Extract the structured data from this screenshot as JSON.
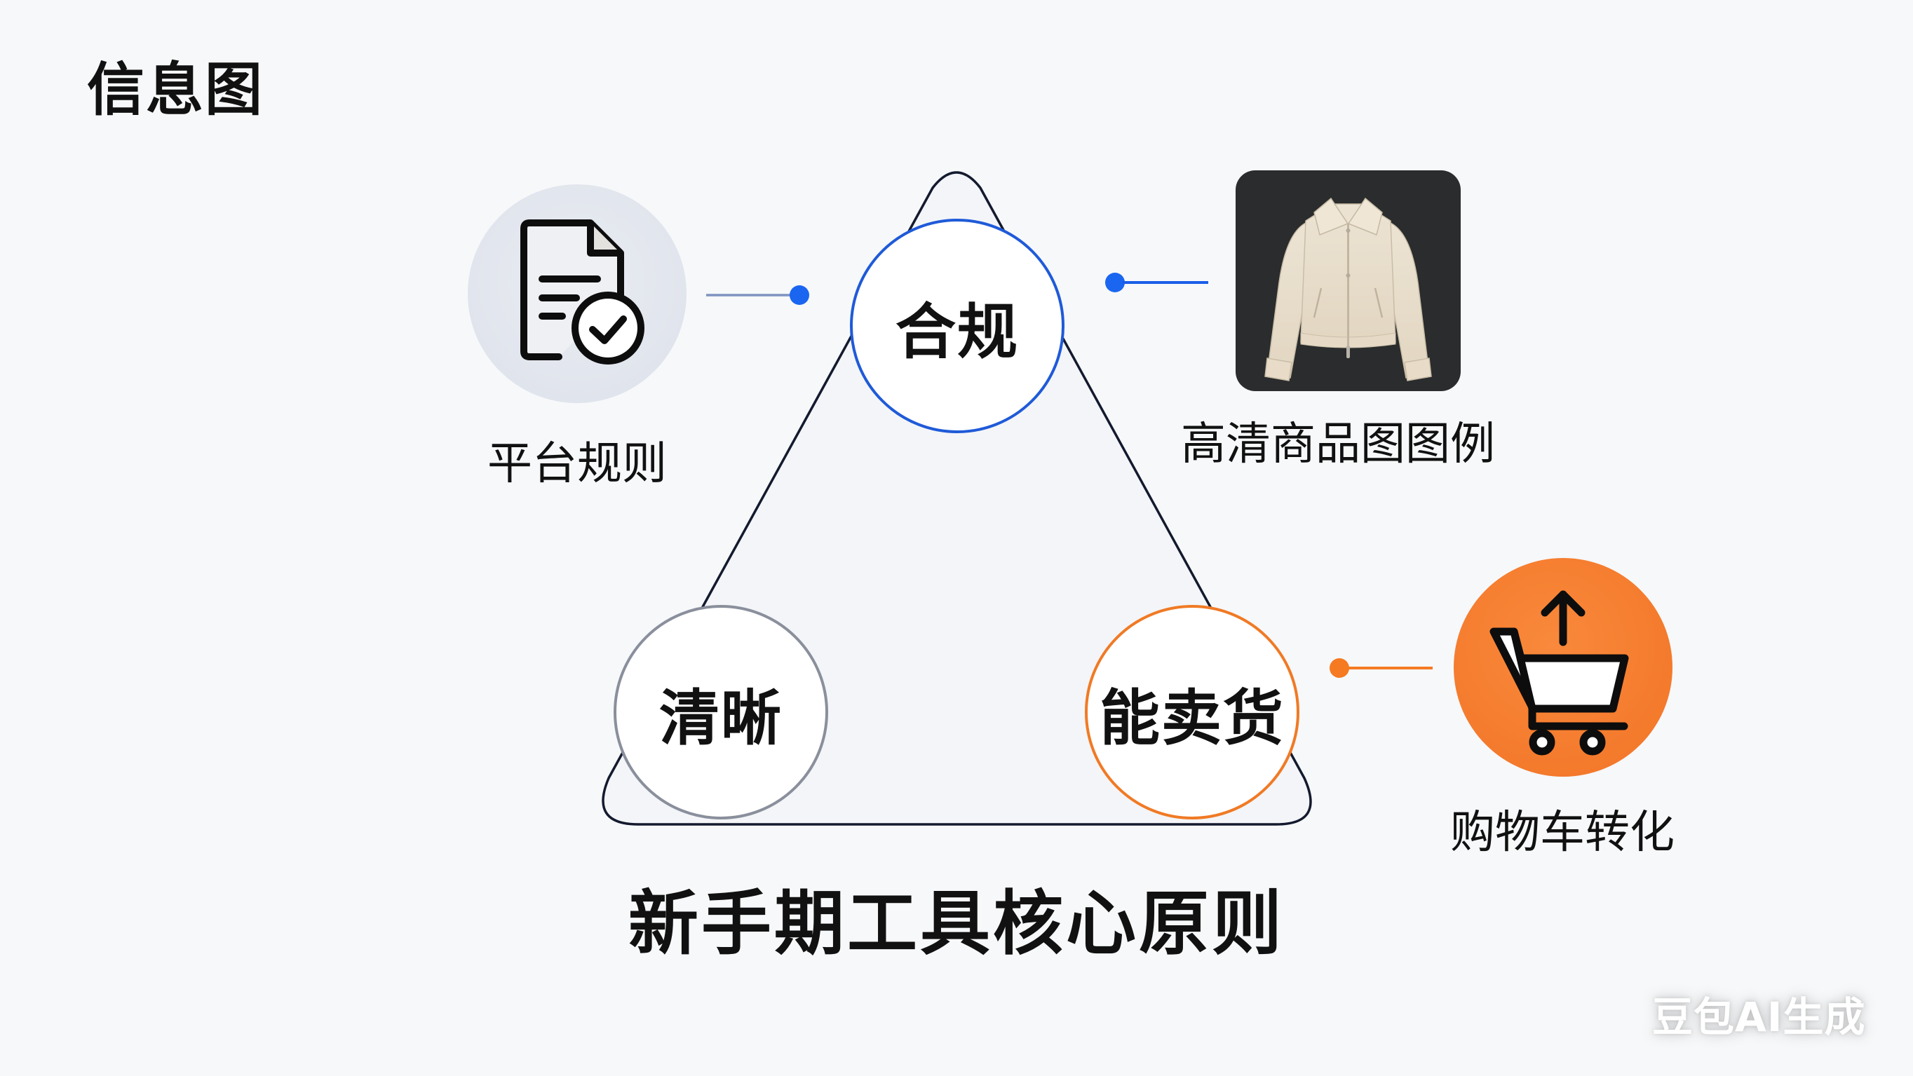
{
  "header": {
    "title": "信息图"
  },
  "diagram": {
    "main_title": "新手期工具核心原则",
    "nodes": {
      "top": {
        "label": "合规",
        "border_color": "#1f5ad8"
      },
      "bottom_left": {
        "label": "清晰",
        "border_color": "#8a8f9c"
      },
      "bottom_right": {
        "label": "能卖货",
        "border_color": "#f07a25"
      }
    },
    "side_items": [
      {
        "label": "平台规则",
        "icon": "document-check-icon",
        "connects_to": "合规",
        "accent": "#1a66f0"
      },
      {
        "label": "高清商品图图例",
        "icon": "jacket-product-image",
        "connects_to": "合规",
        "accent": "#1a5ee8"
      },
      {
        "label": "购物车转化",
        "icon": "shopping-cart-up-icon",
        "connects_to": "能卖货",
        "accent": "#f57a22"
      }
    ]
  },
  "colors": {
    "background": "#f6f8fa",
    "blue_accent": "#1a66f0",
    "orange_accent": "#f57a22",
    "triangle_stroke": "#141a2e"
  },
  "watermark": "豆包AI生成"
}
